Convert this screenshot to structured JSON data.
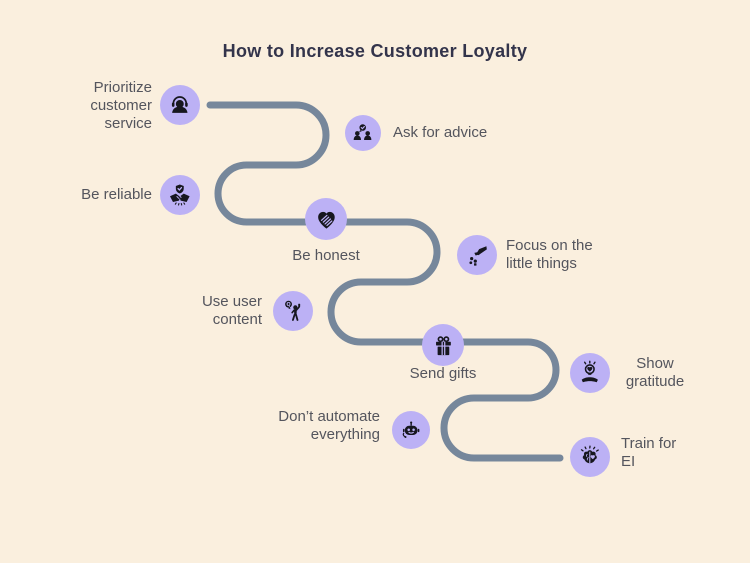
{
  "title": "How to Increase Customer Loyalty",
  "colors": {
    "background": "#FAEFDE",
    "badge": "#BCB1F5",
    "icon": "#17171F",
    "path": "#76879B",
    "title_text": "#33344B",
    "label_text": "#54555D"
  },
  "steps": [
    {
      "label": "Prioritize\ncustomer\nservice",
      "icon": "customer-service-agent-icon"
    },
    {
      "label": "Ask for advice",
      "icon": "group-discussion-check-icon"
    },
    {
      "label": "Be reliable",
      "icon": "handshake-shield-icon"
    },
    {
      "label": "Be honest",
      "icon": "hand-on-heart-icon"
    },
    {
      "label": "Focus on the\nlittle things",
      "icon": "hand-small-things-icon"
    },
    {
      "label": "Use user\ncontent",
      "icon": "selfie-person-icon"
    },
    {
      "label": "Send gifts",
      "icon": "gift-box-icon"
    },
    {
      "label": "Show\ngratitude",
      "icon": "hand-holding-heart-bulb-icon"
    },
    {
      "label": "Don’t automate\neverything",
      "icon": "robot-icon"
    },
    {
      "label": "Train for\nEI",
      "icon": "brain-rays-icon"
    }
  ]
}
